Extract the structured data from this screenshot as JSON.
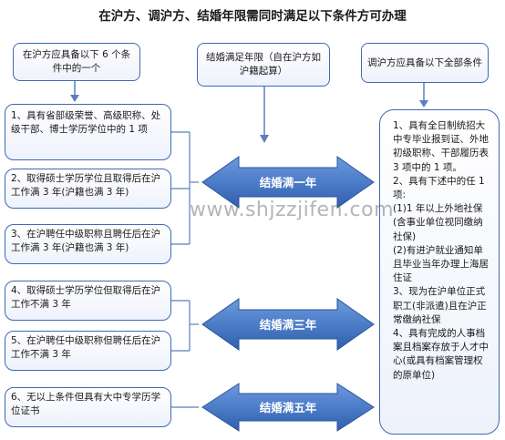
{
  "title": "在沪方、调沪方、结婚年限需同时满足以下条件方可办理",
  "left_header": "在沪方应具备以下 6 个条件中的一个",
  "middle_header": "结婚满足年限（自在沪方如沪籍起算）",
  "right_header": "调沪方应具备以下全部条件",
  "left_conditions": [
    "1、具有省部级荣誉、高级职称、处级干部、博士学历学位中的 1 项",
    "2、取得硕士学历学位且取得后在沪工作满 3 年(沪籍也满 3 年)",
    "3、在沪聘任中级职称且聘任后在沪工作满 3 年(沪籍也满 3 年)",
    "4、取得硕士学历学位但取得后在沪工作不满 3 年",
    "5、在沪聘任中级职称但聘任后在沪工作不满 3 年",
    "6、无以上条件但具有大中专学历学位证书"
  ],
  "arrows": [
    "结婚满一年",
    "结婚满三年",
    "结婚满五年"
  ],
  "right_conditions": [
    "1、具有全日制统招大中专毕业报到证、外地初级职称、干部履历表 3 项中的 1 项。",
    "2、具有下述中的任 1 项:",
    "(1)1 年以上外地社保(含事业单位视同缴纳社保)",
    "(2)有进沪就业通知单且毕业当年办理上海居住证",
    "3、现为在沪单位正式职工(非派遣)且在沪正常缴纳社保",
    "4、具有完成的人事档案且档案存放于人才中心(或具有档案管理权的原单位)"
  ],
  "watermark": "www.shjzzjifen.com",
  "colors": {
    "box_border": "#3d6bb3",
    "arrow_fill": "#3e74c4",
    "connector": "#5a7fbf"
  }
}
